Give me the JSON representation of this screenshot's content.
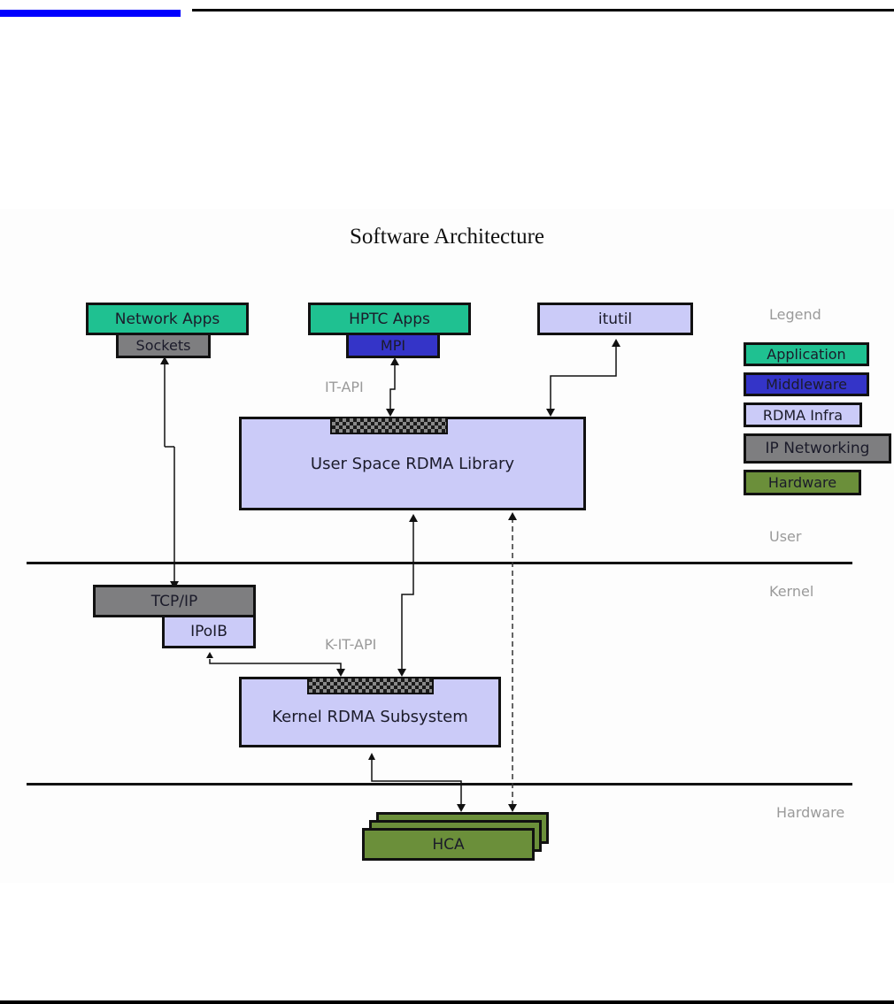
{
  "page": {
    "header_accent_color": "#0000ff"
  },
  "figure": {
    "title": "Software Architecture",
    "components": {
      "network_apps": "Network Apps",
      "sockets": "Sockets",
      "hptc_apps": "HPTC Apps",
      "mpi": "MPI",
      "itutil": "itutil",
      "user_rdma_lib": "User Space RDMA Library",
      "tcpip": "TCP/IP",
      "ipoib": "IPoIB",
      "kernel_rdma": "Kernel RDMA Subsystem",
      "hca": "HCA"
    },
    "interface_labels": {
      "it_api": "IT-API",
      "k_it_api": "K-IT-API"
    },
    "layers": {
      "user": "User",
      "kernel": "Kernel",
      "hardware": "Hardware"
    },
    "legend": {
      "title": "Legend",
      "items": [
        {
          "label": "Application",
          "color": "#1fc191"
        },
        {
          "label": "Middleware",
          "color": "#3434c8"
        },
        {
          "label": "RDMA Infra",
          "color": "#cbcbf8"
        },
        {
          "label": "IP Networking",
          "color": "#7e7e80"
        },
        {
          "label": "Hardware",
          "color": "#6b8f3a"
        }
      ]
    },
    "connections": [
      {
        "from": "Sockets",
        "to": "TCP/IP",
        "style": "solid"
      },
      {
        "from": "MPI",
        "to": "User Space RDMA Library",
        "style": "solid",
        "label": "IT-API"
      },
      {
        "from": "itutil",
        "to": "User Space RDMA Library",
        "style": "solid"
      },
      {
        "from": "User Space RDMA Library",
        "to": "Kernel RDMA Subsystem",
        "style": "solid",
        "label": "K-IT-API"
      },
      {
        "from": "IPoIB",
        "to": "Kernel RDMA Subsystem",
        "style": "solid"
      },
      {
        "from": "Kernel RDMA Subsystem",
        "to": "HCA",
        "style": "solid"
      },
      {
        "from": "User Space RDMA Library",
        "to": "HCA",
        "style": "dashed"
      }
    ]
  }
}
